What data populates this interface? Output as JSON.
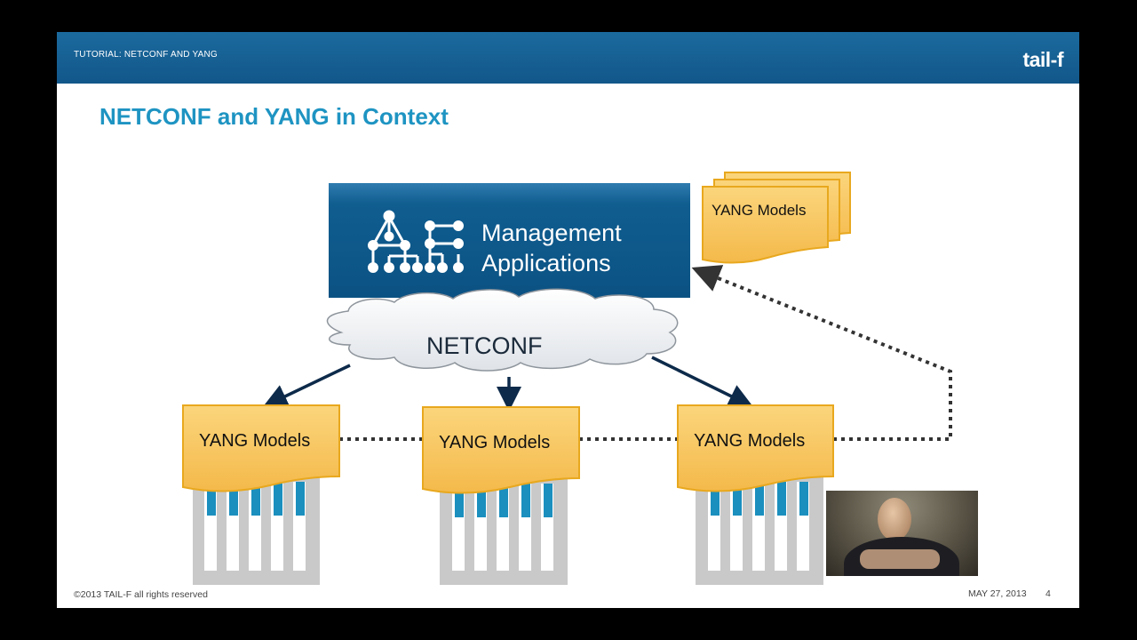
{
  "header": {
    "title": "TUTORIAL: NETCONF AND YANG",
    "logo": "tail-f"
  },
  "slide_title": "NETCONF and YANG in Context",
  "management": {
    "line1": "Management",
    "line2": "Applications",
    "icon": "network-tree-icon"
  },
  "top_models_label": "YANG Models",
  "netconf_label": "NETCONF",
  "devices": [
    {
      "models_label": "YANG Models"
    },
    {
      "models_label": "YANG Models"
    },
    {
      "models_label": "YANG Models"
    }
  ],
  "footer": {
    "copyright": "©2013 TAIL-F all rights reserved",
    "date": "MAY 27, 2013",
    "page": "4"
  },
  "colors": {
    "accent": "#1e94c2",
    "header": "#12578a",
    "box": "#0e5b8d",
    "yang": "#f7c15a",
    "yang_border": "#e8a81e"
  }
}
